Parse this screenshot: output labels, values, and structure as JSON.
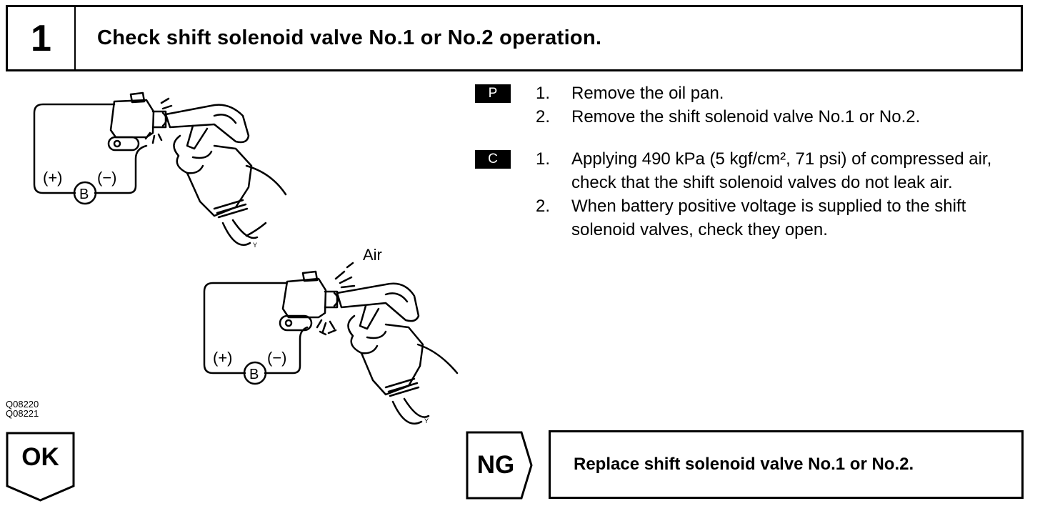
{
  "step": {
    "number": "1",
    "title": "Check shift solenoid valve No.1 or No.2 operation."
  },
  "illustration": {
    "battery_plus": "(+)",
    "battery_minus": "(−)",
    "battery_label": "B",
    "air_label": "Air",
    "mark": "Y",
    "codes": [
      "Q08220",
      "Q08221"
    ]
  },
  "procedures": [
    {
      "badge": "P",
      "items": [
        {
          "num": "1.",
          "text": "Remove the oil pan."
        },
        {
          "num": "2.",
          "text": "Remove the shift solenoid valve No.1 or No.2."
        }
      ]
    },
    {
      "badge": "C",
      "items": [
        {
          "num": "1.",
          "text": "Applying 490 kPa (5 kgf/cm², 71 psi) of compressed air, check that the shift solenoid valves do not leak air."
        },
        {
          "num": "2.",
          "text": "When battery positive voltage is supplied to the shift solenoid valves, check they open."
        }
      ]
    }
  ],
  "result": {
    "ok_label": "OK",
    "ng_label": "NG",
    "ng_action": "Replace shift solenoid valve No.1 or No.2."
  }
}
